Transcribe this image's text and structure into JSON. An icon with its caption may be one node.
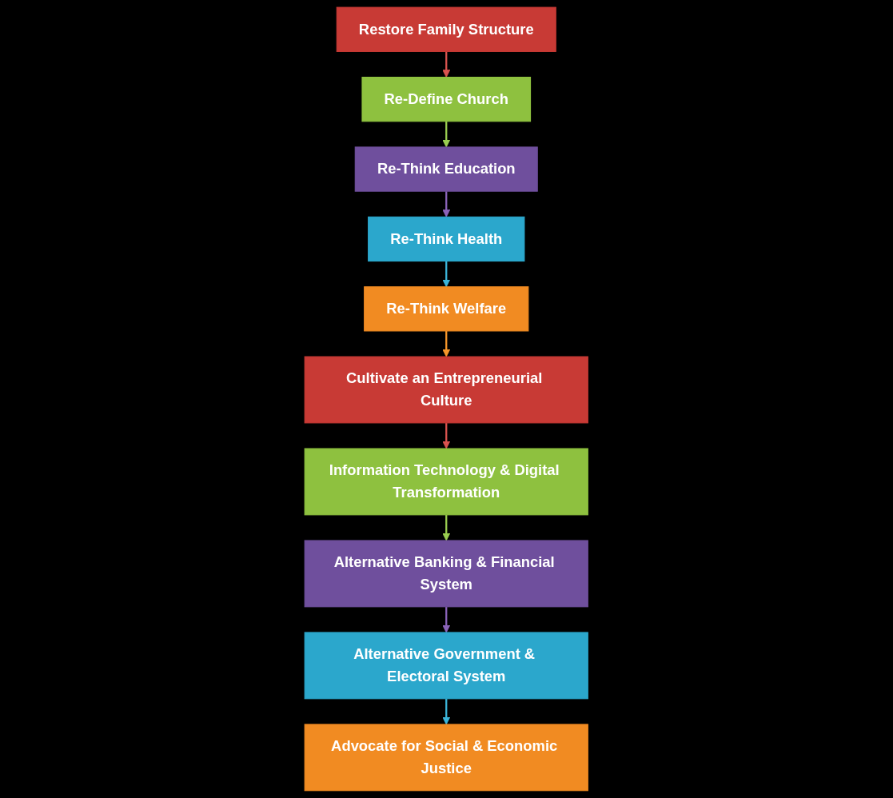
{
  "diagram": {
    "nodes": [
      {
        "text": [
          "Restore Family Structure"
        ]
      },
      {
        "text": [
          "Re-Define Church"
        ]
      },
      {
        "text": [
          "Re-Think Education"
        ]
      },
      {
        "text": [
          "Re-Think Health"
        ]
      },
      {
        "text": [
          "Re-Think Welfare"
        ]
      },
      {
        "text": [
          "Cultivate an Entrepreneurial Culture"
        ]
      },
      {
        "text": [
          "Information Technology & Digital Transformation"
        ]
      },
      {
        "text": [
          "Alternative Banking & Financial System"
        ]
      },
      {
        "text": [
          "Alternative Government & Electoral System"
        ]
      },
      {
        "text": [
          "Advocate for Social & Economic Justice"
        ]
      }
    ],
    "edges": [
      {
        "from": 0,
        "to": 1,
        "arrow": "to",
        "color": "#d9534f"
      },
      {
        "from": 1,
        "to": 2,
        "arrow": "to",
        "color": "#9acd50"
      },
      {
        "from": 2,
        "to": 3,
        "arrow": "to",
        "color": "#8a63b8"
      },
      {
        "from": 3,
        "to": 4,
        "arrow": "to",
        "color": "#3bb4d8"
      },
      {
        "from": 4,
        "to": 5,
        "arrow": "to",
        "color": "#f5962a"
      },
      {
        "from": 5,
        "to": 6,
        "arrow": "to",
        "color": "#d9534f"
      },
      {
        "from": 6,
        "to": 7,
        "arrow": "to",
        "color": "#9acd50"
      },
      {
        "from": 7,
        "to": 8,
        "arrow": "to",
        "color": "#8a63b8"
      },
      {
        "from": 8,
        "to": 9,
        "arrow": "to",
        "color": "#3bb4d8"
      }
    ]
  }
}
